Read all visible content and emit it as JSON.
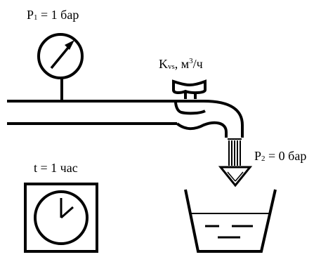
{
  "labels": {
    "p1": {
      "symbol": "P",
      "index": "1",
      "value": " = 1 бар"
    },
    "kvs": {
      "symbol": "K",
      "index": "vs",
      "unit_prefix": ", м",
      "unit_power": "3",
      "unit_suffix": "/ч"
    },
    "t": {
      "text": "t = 1 час"
    },
    "p2": {
      "symbol": "P",
      "index": "2",
      "value": " = 0 бар"
    }
  },
  "icons": {
    "gauge": "pressure-gauge-icon",
    "tap": "water-tap-icon",
    "clock": "clock-icon",
    "bucket": "water-bucket-icon",
    "flow": "flow-arrow-icon"
  },
  "colors": {
    "stroke": "#000000",
    "background": "#ffffff"
  }
}
